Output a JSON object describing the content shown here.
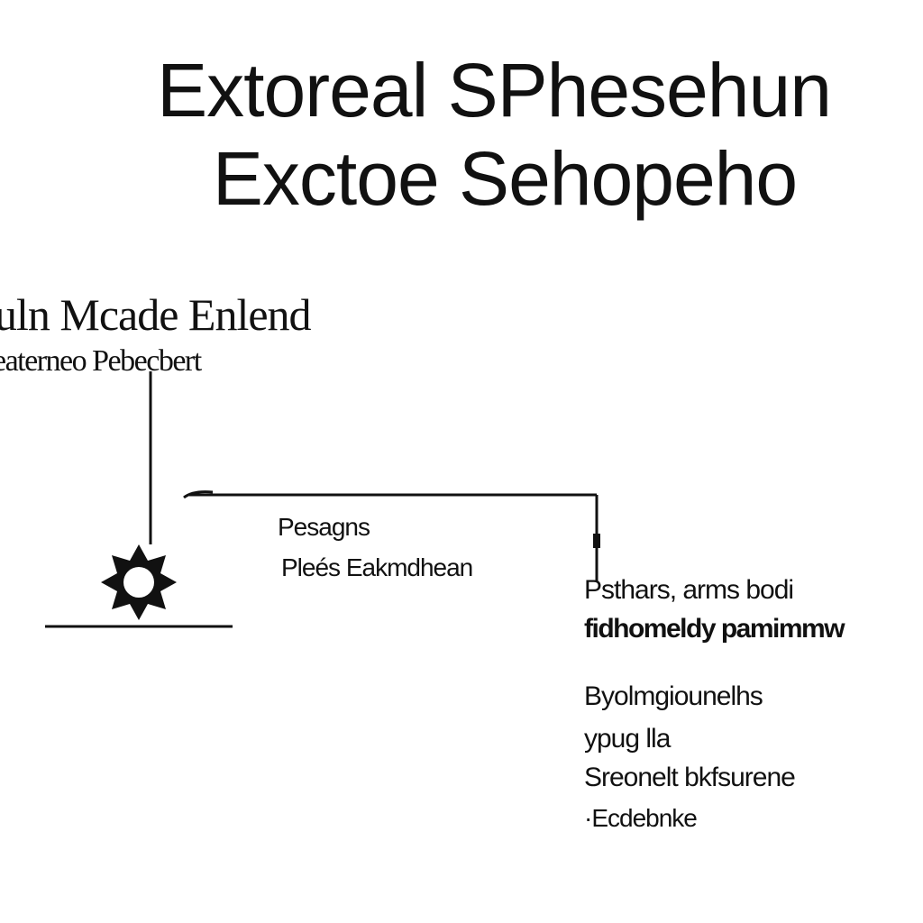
{
  "title": {
    "line1": "Extoreal SPhesehun",
    "line2": "Exctoe Sehopeho"
  },
  "upper_label": {
    "line1": "uln Mcade Enlend",
    "line2": "eaterneo Pebecbert"
  },
  "middle_label": {
    "line1": "Pesagns",
    "line2": "Pleés Eakmdhean"
  },
  "side_text": {
    "line1": "Psthars, arms bodi",
    "line2": "fidhomeldy pamimmw",
    "line3": "Byolmgiounelhs",
    "line4": "ypug lla",
    "line5": "Sreonelt bkfsurene",
    "line6": "·Ecdebnke"
  },
  "icons": {
    "star": "star-icon"
  }
}
